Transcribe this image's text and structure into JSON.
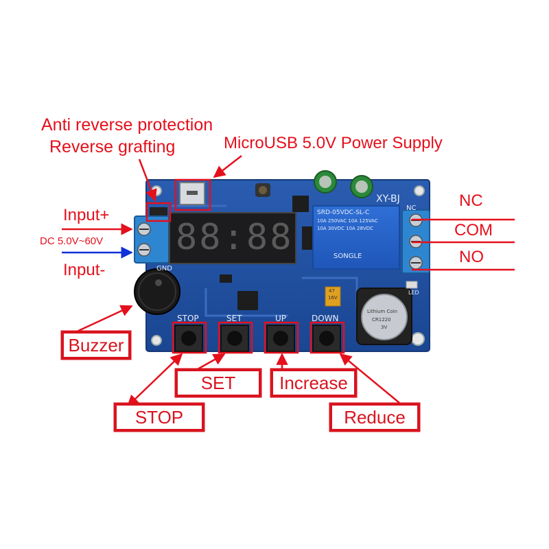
{
  "labels": {
    "anti_reverse": "Anti reverse protection",
    "reverse_grafting": "Reverse grafting",
    "microusb": "MicroUSB 5.0V Power Supply",
    "input_plus": "Input+",
    "dc_range": "DC 5.0V~60V",
    "input_minus": "Input-",
    "nc": "NC",
    "com": "COM",
    "no": "NO",
    "buzzer": "Buzzer",
    "set": "SET",
    "increase": "Increase",
    "stop": "STOP",
    "reduce": "Reduce"
  },
  "board": {
    "model": "XY-BJ",
    "gnd": "GND",
    "nc_pin": "NC",
    "button_labels": [
      "STOP",
      "SET",
      "UP",
      "DOWN"
    ],
    "relay_lines": [
      "SRD-05VDC-SL-C",
      "10A 250VAC  10A 125VAC",
      "10A 30VDC  10A 28VDC"
    ],
    "relay_brand": "SONGLE",
    "battery_lines": [
      "Lithium Coin",
      "CR1220",
      "3V"
    ],
    "cap_lines": [
      "47",
      "16V"
    ],
    "led_label": "LED",
    "display": "88:88"
  },
  "colors": {
    "callout_red": "#e4101c",
    "arrow_blue": "#1030d8",
    "pcb_blue": "#1f4f9e"
  }
}
